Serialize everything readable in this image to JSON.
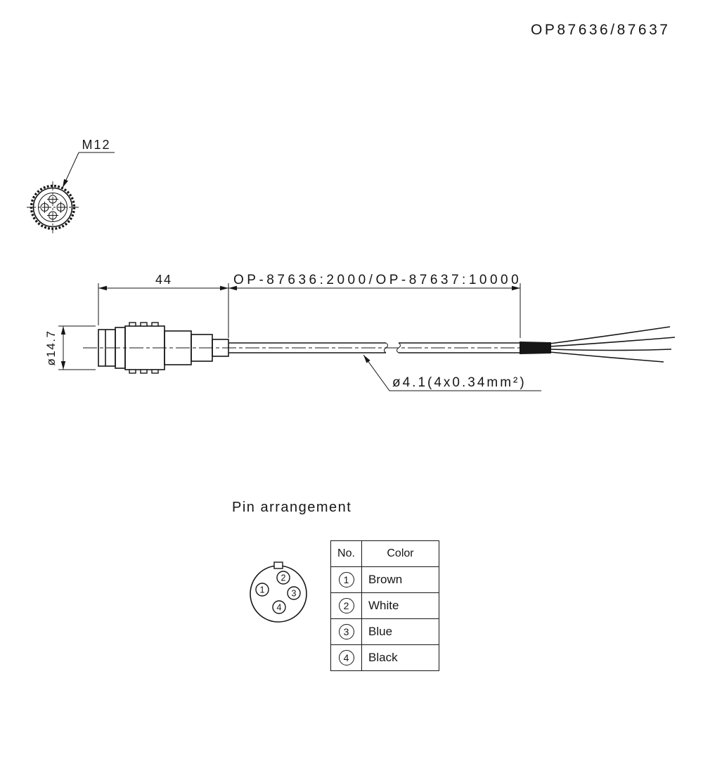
{
  "title": "OP87636/87637",
  "front_view": {
    "thread_label": "M12"
  },
  "side_view": {
    "connector_length_dim": "44",
    "cable_length_dim": "OP-87636:2000/OP-87637:10000",
    "connector_diameter_dim": "ø14.7",
    "cable_spec": "ø4.1(4x0.34mm²)"
  },
  "pin_arrangement": {
    "heading": "Pin arrangement",
    "pins": [
      {
        "label": "1"
      },
      {
        "label": "2"
      },
      {
        "label": "3"
      },
      {
        "label": "4"
      }
    ],
    "table": {
      "headers": [
        "No.",
        "Color"
      ],
      "rows": [
        {
          "no": "1",
          "color": "Brown"
        },
        {
          "no": "2",
          "color": "White"
        },
        {
          "no": "3",
          "color": "Blue"
        },
        {
          "no": "4",
          "color": "Black"
        }
      ]
    }
  },
  "colors": {
    "line": "#161616",
    "background": "#ffffff"
  }
}
